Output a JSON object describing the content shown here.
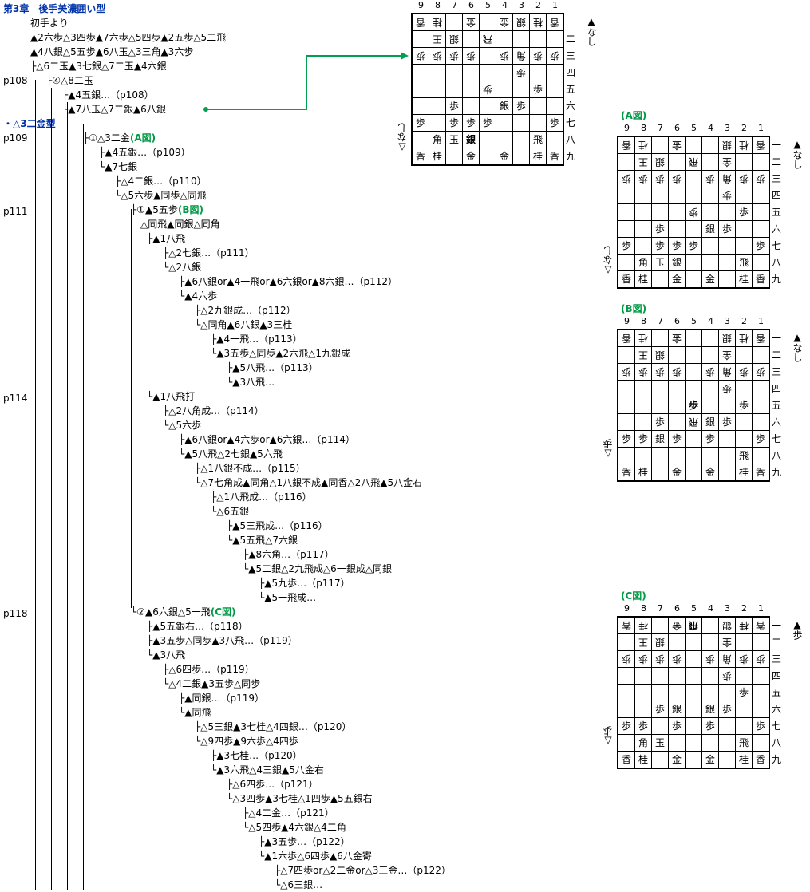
{
  "header": {
    "title": "第3章　後手美濃囲い型",
    "intro": "初手より",
    "line1": "▲2六歩△3四歩▲7六歩△5四歩▲2五歩△5二飛",
    "line2": "▲4八銀△5五歩▲6八玉△3三角▲3六歩",
    "line3": "├△6二玉▲3七銀△7二玉▲4六銀",
    "line4": "├④△8二玉",
    "line5": "├▲4五銀…（p108）",
    "line6": "└▲7八玉△7二銀▲6八銀",
    "section2": "・△3二金型"
  },
  "pages": [
    "p108",
    "p109",
    "p111",
    "p114",
    "p118"
  ],
  "tree": [
    {
      "text": "├①△3二金",
      "mark": "(A図)"
    },
    {
      "text": "├▲4五銀…（p109）"
    },
    {
      "text": "└▲7七銀"
    },
    {
      "text": "├△4二銀…（p110）"
    },
    {
      "text": "└△5六歩▲同歩△同飛"
    },
    {
      "text": "├①▲5五歩",
      "mark": "(B図)"
    },
    {
      "text": "△同飛▲同銀△同角"
    },
    {
      "text": "├▲1八飛"
    },
    {
      "text": "├△2七銀…（p111）"
    },
    {
      "text": "└△2八銀"
    },
    {
      "text": "├▲6八銀or▲4一飛or▲6六銀or▲8六銀…（p112）"
    },
    {
      "text": "└▲4六歩"
    },
    {
      "text": "├△2九銀成…（p112）"
    },
    {
      "text": "└△同角▲6八銀▲3三桂"
    },
    {
      "text": "├▲4一飛…（p113）"
    },
    {
      "text": "└▲3五歩△同歩▲2六飛△1九銀成"
    },
    {
      "text": "├▲5八飛…（p113）"
    },
    {
      "text": "└▲3八飛…"
    },
    {
      "text": "└▲1八飛打"
    },
    {
      "text": "├△2八角成…（p114）"
    },
    {
      "text": "└△5六歩"
    },
    {
      "text": "├▲6八銀or▲4六歩or▲6六銀…（p114）"
    },
    {
      "text": "└▲5八飛△2七銀▲5六飛"
    },
    {
      "text": "├△1八銀不成…（p115）"
    },
    {
      "text": "└△7七角成▲同角△1八銀不成▲同香△2八飛▲5八金右"
    },
    {
      "text": "├△1八飛成…（p116）"
    },
    {
      "text": "└△6五銀"
    },
    {
      "text": "├▲5三飛成…（p116）"
    },
    {
      "text": "└▲5五飛△7六銀"
    },
    {
      "text": "├▲8六角…（p117）"
    },
    {
      "text": "└▲5二銀△2九飛成△6一銀成△同銀"
    },
    {
      "text": "├▲5九歩…（p117）"
    },
    {
      "text": "└▲5一飛成…"
    },
    {
      "text": "└②▲6六銀△5一飛",
      "mark": "(C図)"
    },
    {
      "text": "├▲5五銀右…（p118）"
    },
    {
      "text": "├▲3五歩△同歩▲3八飛…（p119）"
    },
    {
      "text": "└▲3八飛"
    },
    {
      "text": "├△6四歩…（p119）"
    },
    {
      "text": "└△4二銀▲3五歩△同歩"
    },
    {
      "text": "├▲同銀…（p119）"
    },
    {
      "text": "└▲同飛"
    },
    {
      "text": "├△5三銀▲3七桂△4四銀…（p120）"
    },
    {
      "text": "└△9四歩▲9六歩△4四歩"
    },
    {
      "text": "├▲3七桂…（p120）"
    },
    {
      "text": "└▲3六飛△4三銀▲5八金右"
    },
    {
      "text": "├△6四歩…（p121）"
    },
    {
      "text": "└△3四歩▲3七桂△1四歩▲5五銀右"
    },
    {
      "text": "├△4二金…（p121）"
    },
    {
      "text": "└△5四歩▲4六銀△4二角"
    },
    {
      "text": "├▲3五歩…（p122）"
    },
    {
      "text": "└▲1六歩△6四歩▲6八金寄"
    },
    {
      "text": "├△7四歩or△2二金or△3三金…（p122）"
    },
    {
      "text": "└△6三銀…"
    }
  ],
  "cols": [
    "9",
    "8",
    "7",
    "6",
    "5",
    "4",
    "3",
    "2",
    "1"
  ],
  "rows": [
    "一",
    "二",
    "三",
    "四",
    "五",
    "六",
    "七",
    "八",
    "九"
  ],
  "boards": [
    {
      "title": "",
      "sente_hand": "▲なし",
      "gote_hand": "△なし",
      "cells": [
        [
          "g香",
          "g桂",
          "",
          "g金",
          "",
          "g金",
          "g銀",
          "g桂",
          "g香"
        ],
        [
          "",
          "g王",
          "g銀",
          "",
          "g飛",
          "",
          "",
          "",
          ""
        ],
        [
          "g歩",
          "g歩",
          "g歩",
          "g歩",
          "",
          "g歩",
          "g角",
          "g歩",
          "g歩"
        ],
        [
          "",
          "",
          "",
          "",
          "",
          "",
          "g歩",
          "",
          ""
        ],
        [
          "",
          "",
          "",
          "",
          "g歩",
          "",
          "",
          "歩",
          ""
        ],
        [
          "",
          "",
          "歩",
          "",
          "",
          "銀",
          "歩",
          "",
          ""
        ],
        [
          "歩",
          "",
          "歩",
          "歩",
          "歩",
          "",
          "",
          "",
          "歩"
        ],
        [
          "",
          "角",
          "玉",
          "b銀",
          "",
          "",
          "",
          "飛",
          ""
        ],
        [
          "香",
          "桂",
          "",
          "金",
          "",
          "金",
          "",
          "桂",
          "香"
        ]
      ]
    },
    {
      "title": "(A図)",
      "sente_hand": "▲なし",
      "gote_hand": "△なし",
      "cells": [
        [
          "g香",
          "g桂",
          "",
          "g金",
          "",
          "",
          "g銀",
          "g桂",
          "g香"
        ],
        [
          "",
          "g王",
          "g銀",
          "",
          "g飛",
          "",
          "g金",
          "",
          ""
        ],
        [
          "g歩",
          "g歩",
          "g歩",
          "g歩",
          "",
          "g歩",
          "g角",
          "g歩",
          "g歩"
        ],
        [
          "",
          "",
          "",
          "",
          "",
          "",
          "g歩",
          "",
          ""
        ],
        [
          "",
          "",
          "",
          "",
          "g歩",
          "",
          "",
          "歩",
          ""
        ],
        [
          "",
          "",
          "歩",
          "",
          "",
          "銀",
          "歩",
          "",
          ""
        ],
        [
          "歩",
          "",
          "歩",
          "歩",
          "歩",
          "",
          "",
          "",
          "歩"
        ],
        [
          "",
          "角",
          "玉",
          "銀",
          "",
          "",
          "",
          "飛",
          ""
        ],
        [
          "香",
          "桂",
          "",
          "金",
          "",
          "金",
          "",
          "桂",
          "香"
        ]
      ]
    },
    {
      "title": "(B図)",
      "sente_hand": "▲なし",
      "gote_hand": "△歩",
      "cells": [
        [
          "g香",
          "g桂",
          "",
          "g金",
          "",
          "",
          "g銀",
          "g桂",
          "g香"
        ],
        [
          "",
          "g王",
          "g銀",
          "",
          "",
          "",
          "g金",
          "",
          ""
        ],
        [
          "g歩",
          "g歩",
          "g歩",
          "g歩",
          "",
          "g歩",
          "g角",
          "g歩",
          "g歩"
        ],
        [
          "",
          "",
          "",
          "",
          "",
          "",
          "g歩",
          "",
          ""
        ],
        [
          "",
          "",
          "",
          "",
          "b歩",
          "",
          "",
          "歩",
          ""
        ],
        [
          "",
          "",
          "歩",
          "",
          "g飛",
          "銀",
          "歩",
          "",
          ""
        ],
        [
          "歩",
          "歩",
          "銀",
          "歩",
          "",
          "歩",
          "",
          "",
          "歩"
        ],
        [
          "",
          "",
          "",
          "",
          "",
          "",
          "",
          "飛",
          ""
        ],
        [
          "香",
          "桂",
          "",
          "金",
          "",
          "金",
          "",
          "桂",
          "香"
        ]
      ]
    },
    {
      "title": "(C図)",
      "sente_hand": "▲歩",
      "gote_hand": "△歩",
      "cells": [
        [
          "g香",
          "g桂",
          "",
          "g金",
          "bg飛",
          "",
          "g銀",
          "g桂",
          "g香"
        ],
        [
          "",
          "g王",
          "g銀",
          "",
          "",
          "",
          "g金",
          "",
          ""
        ],
        [
          "g歩",
          "g歩",
          "g歩",
          "g歩",
          "",
          "g歩",
          "g角",
          "g歩",
          "g歩"
        ],
        [
          "",
          "",
          "",
          "",
          "",
          "",
          "g歩",
          "",
          ""
        ],
        [
          "",
          "",
          "",
          "",
          "",
          "",
          "",
          "歩",
          ""
        ],
        [
          "",
          "",
          "歩",
          "銀",
          "",
          "銀",
          "歩",
          "",
          ""
        ],
        [
          "歩",
          "歩",
          "",
          "歩",
          "",
          "歩",
          "",
          "",
          "歩"
        ],
        [
          "",
          "角",
          "玉",
          "",
          "",
          "",
          "",
          "飛",
          ""
        ],
        [
          "香",
          "桂",
          "",
          "金",
          "",
          "金",
          "",
          "桂",
          "香"
        ]
      ]
    }
  ]
}
